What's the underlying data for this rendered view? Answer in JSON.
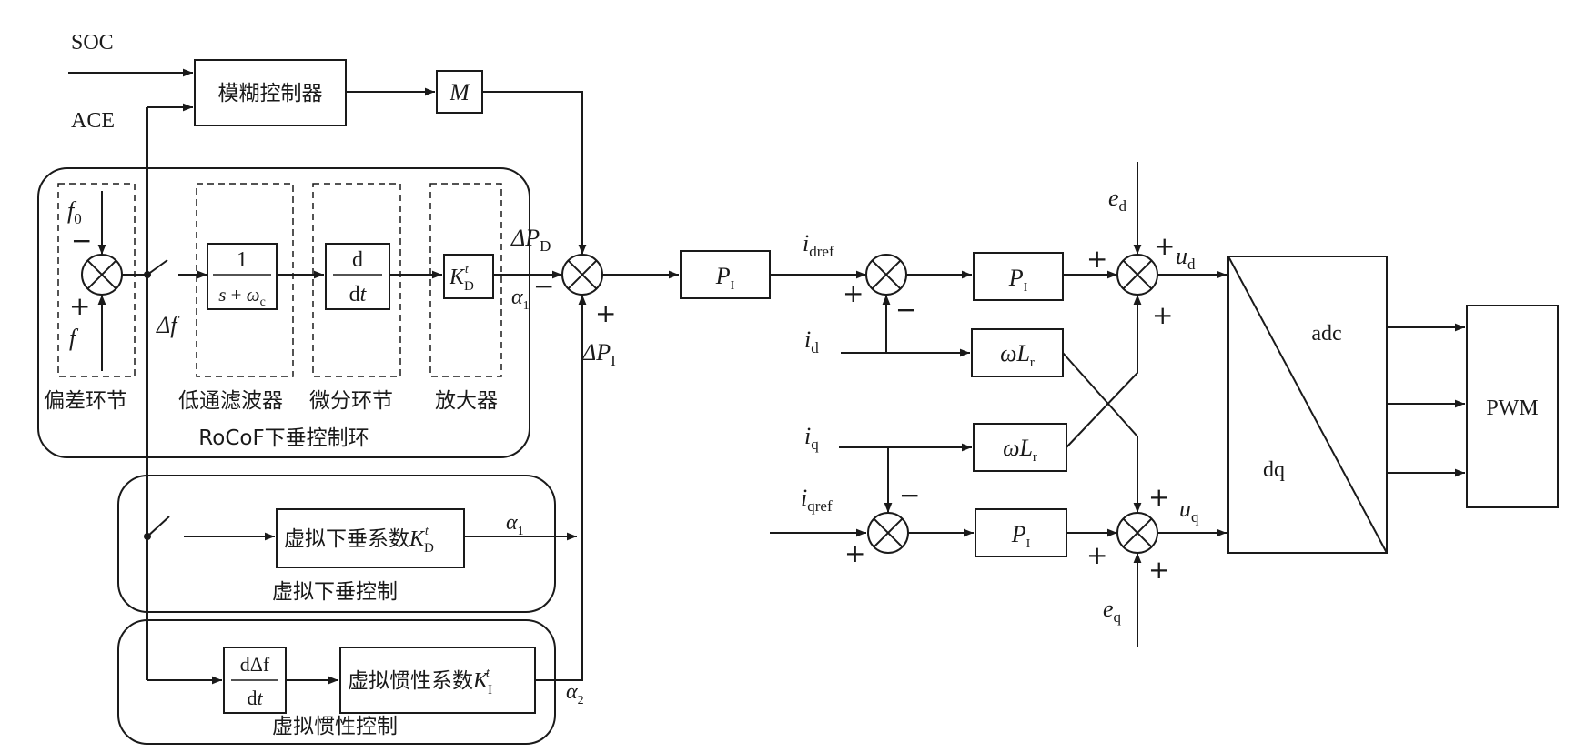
{
  "inputs": {
    "soc": "SOC",
    "ace": "ACE",
    "f0": "f",
    "f0_sub": "0",
    "f": "f"
  },
  "blocks": {
    "fuzzy": "模糊控制器",
    "m": "M",
    "lpf_num": "1",
    "lpf_den_s": "s",
    "lpf_den_plus": " + ",
    "lpf_den_omega": "ω",
    "lpf_den_sub": "c",
    "diff_num": "d",
    "diff_den_d": "d",
    "diff_den_t": "t",
    "amp_k": "K",
    "amp_sub": "D",
    "amp_sup": "t",
    "droop_coef": "虚拟下垂系数",
    "droop_k": "K",
    "droop_sub": "D",
    "droop_sup": "t",
    "inertia_deriv_num": "dΔf",
    "inertia_deriv_den_d": "d",
    "inertia_deriv_den_t": "t",
    "inertia_coef": "虚拟惯性系数",
    "inertia_k": "K",
    "inertia_sub": "I",
    "inertia_sup": "t",
    "pi_p": "P",
    "pi_sub": "I",
    "wl_omega": "ω",
    "wl_l": "L",
    "wl_sub": "r",
    "adc": "adc",
    "dq": "dq",
    "pwm": "PWM"
  },
  "labels": {
    "dev_stage": "偏差环节",
    "lpf": "低通滤波器",
    "diff": "微分环节",
    "amp": "放大器",
    "rocof_loop": "RoCoF下垂控制环",
    "virtual_droop": "虚拟下垂控制",
    "virtual_inertia": "虚拟惯性控制"
  },
  "signals": {
    "delta_f": "Δf",
    "delta_pd": "ΔP",
    "delta_pd_sub": "D",
    "delta_pi": "ΔP",
    "delta_pi_sub": "I",
    "alpha": "α",
    "alpha1_sub": "1",
    "alpha2_sub": "2",
    "i_dref": "i",
    "i_dref_sub": "dref",
    "i_d": "i",
    "i_d_sub": "d",
    "i_q": "i",
    "i_q_sub": "q",
    "i_qref": "i",
    "i_qref_sub": "qref",
    "e_d": "e",
    "e_d_sub": "d",
    "e_q": "e",
    "e_q_sub": "q",
    "u_d": "u",
    "u_d_sub": "d",
    "u_q": "u",
    "u_q_sub": "q"
  },
  "signs": {
    "plus": "+",
    "minus": "−"
  }
}
